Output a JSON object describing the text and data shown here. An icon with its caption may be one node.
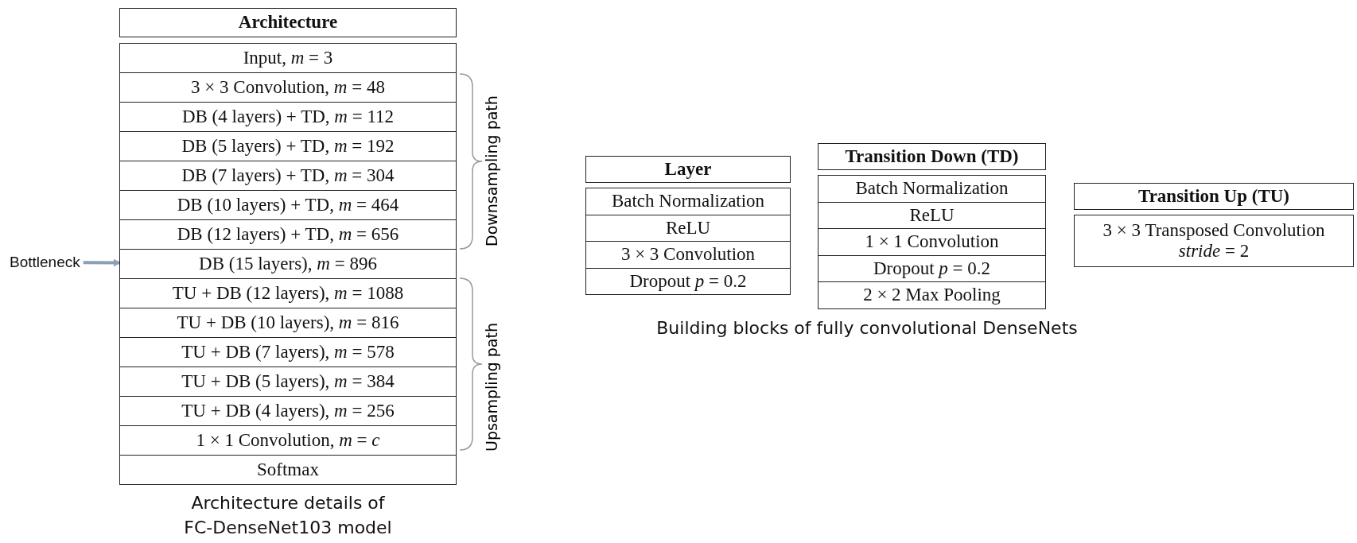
{
  "diagram": {
    "nodes": [
      {
        "text": [
          "Architecture"
        ]
      },
      {
        "text": [
          "Input, *m* = 3"
        ]
      },
      {
        "text": [
          "3 × 3 Convolution, *m* = 48"
        ]
      },
      {
        "text": [
          "DB (4 layers) + TD, *m* = 112"
        ]
      },
      {
        "text": [
          "DB (5 layers) + TD, *m* = 192"
        ]
      },
      {
        "text": [
          "DB (7 layers) + TD, *m* = 304"
        ]
      },
      {
        "text": [
          "DB (10 layers) + TD, *m* = 464"
        ]
      },
      {
        "text": [
          "DB (12 layers) + TD, *m* = 656"
        ]
      },
      {
        "text": [
          "DB (15 layers), *m* = 896"
        ]
      },
      {
        "text": [
          "TU + DB (12 layers), *m* = 1088"
        ]
      },
      {
        "text": [
          "TU + DB (10 layers), *m* = 816"
        ]
      },
      {
        "text": [
          "TU + DB (7 layers), *m* = 578"
        ]
      },
      {
        "text": [
          "TU + DB (5 layers), *m* = 384"
        ]
      },
      {
        "text": [
          "TU + DB (4 layers), *m* = 256"
        ]
      },
      {
        "text": [
          "1 × 1 Convolution, *m* = *c*"
        ]
      },
      {
        "text": [
          "Softmax"
        ]
      },
      {
        "text": [
          "Bottleneck"
        ]
      },
      {
        "text": [
          "Layer"
        ]
      },
      {
        "text": [
          "Batch Normalization"
        ]
      },
      {
        "text": [
          "ReLU"
        ]
      },
      {
        "text": [
          "3 × 3 Convolution"
        ]
      },
      {
        "text": [
          "Dropout *p* = 0.2"
        ]
      },
      {
        "text": [
          "Transition Down (TD)"
        ]
      },
      {
        "text": [
          "Batch Normalization"
        ]
      },
      {
        "text": [
          "ReLU"
        ]
      },
      {
        "text": [
          "1 × 1 Convolution"
        ]
      },
      {
        "text": [
          "Dropout *p* = 0.2"
        ]
      },
      {
        "text": [
          "2 × 2 Max Pooling"
        ]
      },
      {
        "text": [
          "Transition Up (TU)"
        ]
      },
      {
        "text": [
          "3 × 3 Transposed Convolution *stride* = 2"
        ]
      }
    ],
    "edges": [
      {
        "from": 16,
        "to": 8,
        "arrow": "to"
      }
    ],
    "labels": [
      "Downsampling path",
      "Upsampling path",
      "Architecture details of FC-DenseNet103 model",
      "Building blocks of fully convolutional DenseNets"
    ]
  }
}
